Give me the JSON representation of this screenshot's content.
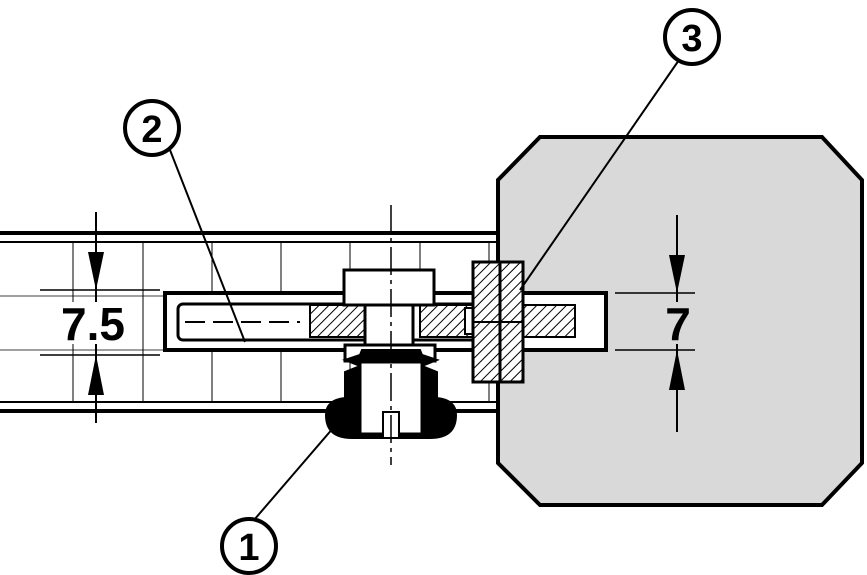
{
  "dimensions": {
    "left_label": "7.5",
    "right_label": "7"
  },
  "callouts": [
    {
      "number": "1"
    },
    {
      "number": "2"
    },
    {
      "number": "3"
    }
  ],
  "colors": {
    "line": "#000000",
    "gray_body": "#d9d9d9",
    "background": "#ffffff"
  }
}
